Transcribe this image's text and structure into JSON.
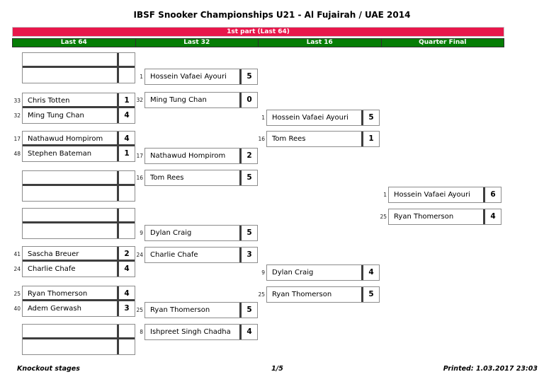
{
  "title": "IBSF Snooker Championships U21 - Al Fujairah / UAE 2014",
  "stage_banner": "1st part (Last 64)",
  "rounds": [
    "Last 64",
    "Last 32",
    "Last 16",
    "Quarter Final"
  ],
  "colors": {
    "banner_red": "#E8174B",
    "round_green": "#067D06"
  },
  "footer": {
    "left": "Knockout stages",
    "page": "1/5",
    "printed": "Printed: 1.03.2017 23:03"
  },
  "bracket": {
    "last64": [
      {
        "rows": [
          {
            "seed": "",
            "name": "",
            "score": ""
          },
          {
            "seed": "",
            "name": "",
            "score": ""
          }
        ]
      },
      {
        "rows": [
          {
            "seed": "33",
            "name": "Chris Totten",
            "score": "1"
          },
          {
            "seed": "32",
            "name": "Ming Tung Chan",
            "score": "4"
          }
        ]
      },
      {
        "rows": [
          {
            "seed": "17",
            "name": "Nathawud Hompirom",
            "score": "4"
          },
          {
            "seed": "48",
            "name": "Stephen Bateman",
            "score": "1"
          }
        ]
      },
      {
        "rows": [
          {
            "seed": "",
            "name": "",
            "score": ""
          },
          {
            "seed": "",
            "name": "",
            "score": ""
          }
        ]
      },
      {
        "rows": [
          {
            "seed": "",
            "name": "",
            "score": ""
          },
          {
            "seed": "",
            "name": "",
            "score": ""
          }
        ]
      },
      {
        "rows": [
          {
            "seed": "41",
            "name": "Sascha Breuer",
            "score": "2"
          },
          {
            "seed": "24",
            "name": "Charlie Chafe",
            "score": "4"
          }
        ]
      },
      {
        "rows": [
          {
            "seed": "25",
            "name": "Ryan Thomerson",
            "score": "4"
          },
          {
            "seed": "40",
            "name": "Adem Gerwash",
            "score": "3"
          }
        ]
      },
      {
        "rows": [
          {
            "seed": "",
            "name": "",
            "score": ""
          },
          {
            "seed": "",
            "name": "",
            "score": ""
          }
        ]
      }
    ],
    "last32": [
      {
        "seed": "1",
        "name": "Hossein Vafaei Ayouri",
        "score": "5"
      },
      {
        "seed": "32",
        "name": "Ming Tung Chan",
        "score": "0"
      },
      {
        "seed": "17",
        "name": "Nathawud Hompirom",
        "score": "2"
      },
      {
        "seed": "16",
        "name": "Tom Rees",
        "score": "5"
      },
      {
        "seed": "9",
        "name": "Dylan Craig",
        "score": "5"
      },
      {
        "seed": "24",
        "name": "Charlie Chafe",
        "score": "3"
      },
      {
        "seed": "25",
        "name": "Ryan Thomerson",
        "score": "5"
      },
      {
        "seed": "8",
        "name": "Ishpreet Singh Chadha",
        "score": "4"
      }
    ],
    "last16": [
      {
        "seed": "1",
        "name": "Hossein Vafaei Ayouri",
        "score": "5"
      },
      {
        "seed": "16",
        "name": "Tom Rees",
        "score": "1"
      },
      {
        "seed": "9",
        "name": "Dylan Craig",
        "score": "4"
      },
      {
        "seed": "25",
        "name": "Ryan Thomerson",
        "score": "5"
      }
    ],
    "quarterfinal": [
      {
        "seed": "1",
        "name": "Hossein Vafaei Ayouri",
        "score": "6"
      },
      {
        "seed": "25",
        "name": "Ryan Thomerson",
        "score": "4"
      }
    ]
  }
}
